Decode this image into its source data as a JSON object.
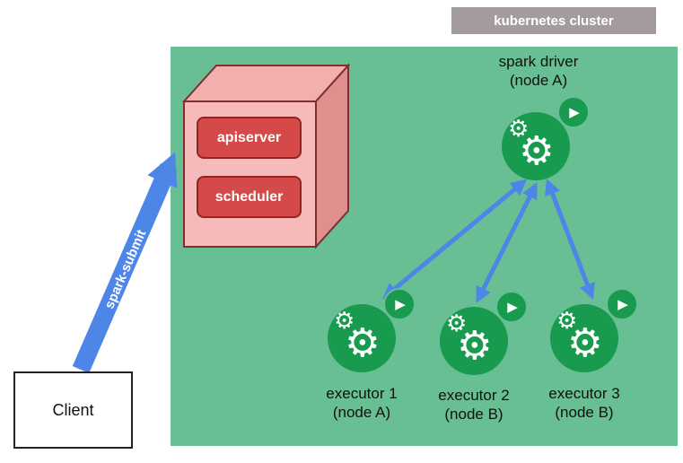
{
  "badge": {
    "label": "kubernetes cluster"
  },
  "control_plane": {
    "apiserver_label": "apiserver",
    "scheduler_label": "scheduler"
  },
  "spark_driver": {
    "title": "spark driver",
    "node": "(node A)"
  },
  "executors": [
    {
      "name": "executor 1",
      "node": "(node A)"
    },
    {
      "name": "executor 2",
      "node": "(node B)"
    },
    {
      "name": "executor 3",
      "node": "(node B)"
    }
  ],
  "client": {
    "label": "Client"
  },
  "submit_arrow": {
    "label": "spark-submit"
  },
  "icons": {
    "gear": "⚙",
    "play": "▶"
  },
  "colors": {
    "panel-green": "#67bf93",
    "icon-green": "#189b4f",
    "arrow-blue": "#4e86e8",
    "badge-gray": "#a49c9c",
    "box-red": "#d64949",
    "box-red-border": "#8f2626",
    "cube-front": "#f6baba",
    "cube-top": "#f3aeae",
    "cube-side": "#e08f8f",
    "cube-border": "#7d3030"
  }
}
